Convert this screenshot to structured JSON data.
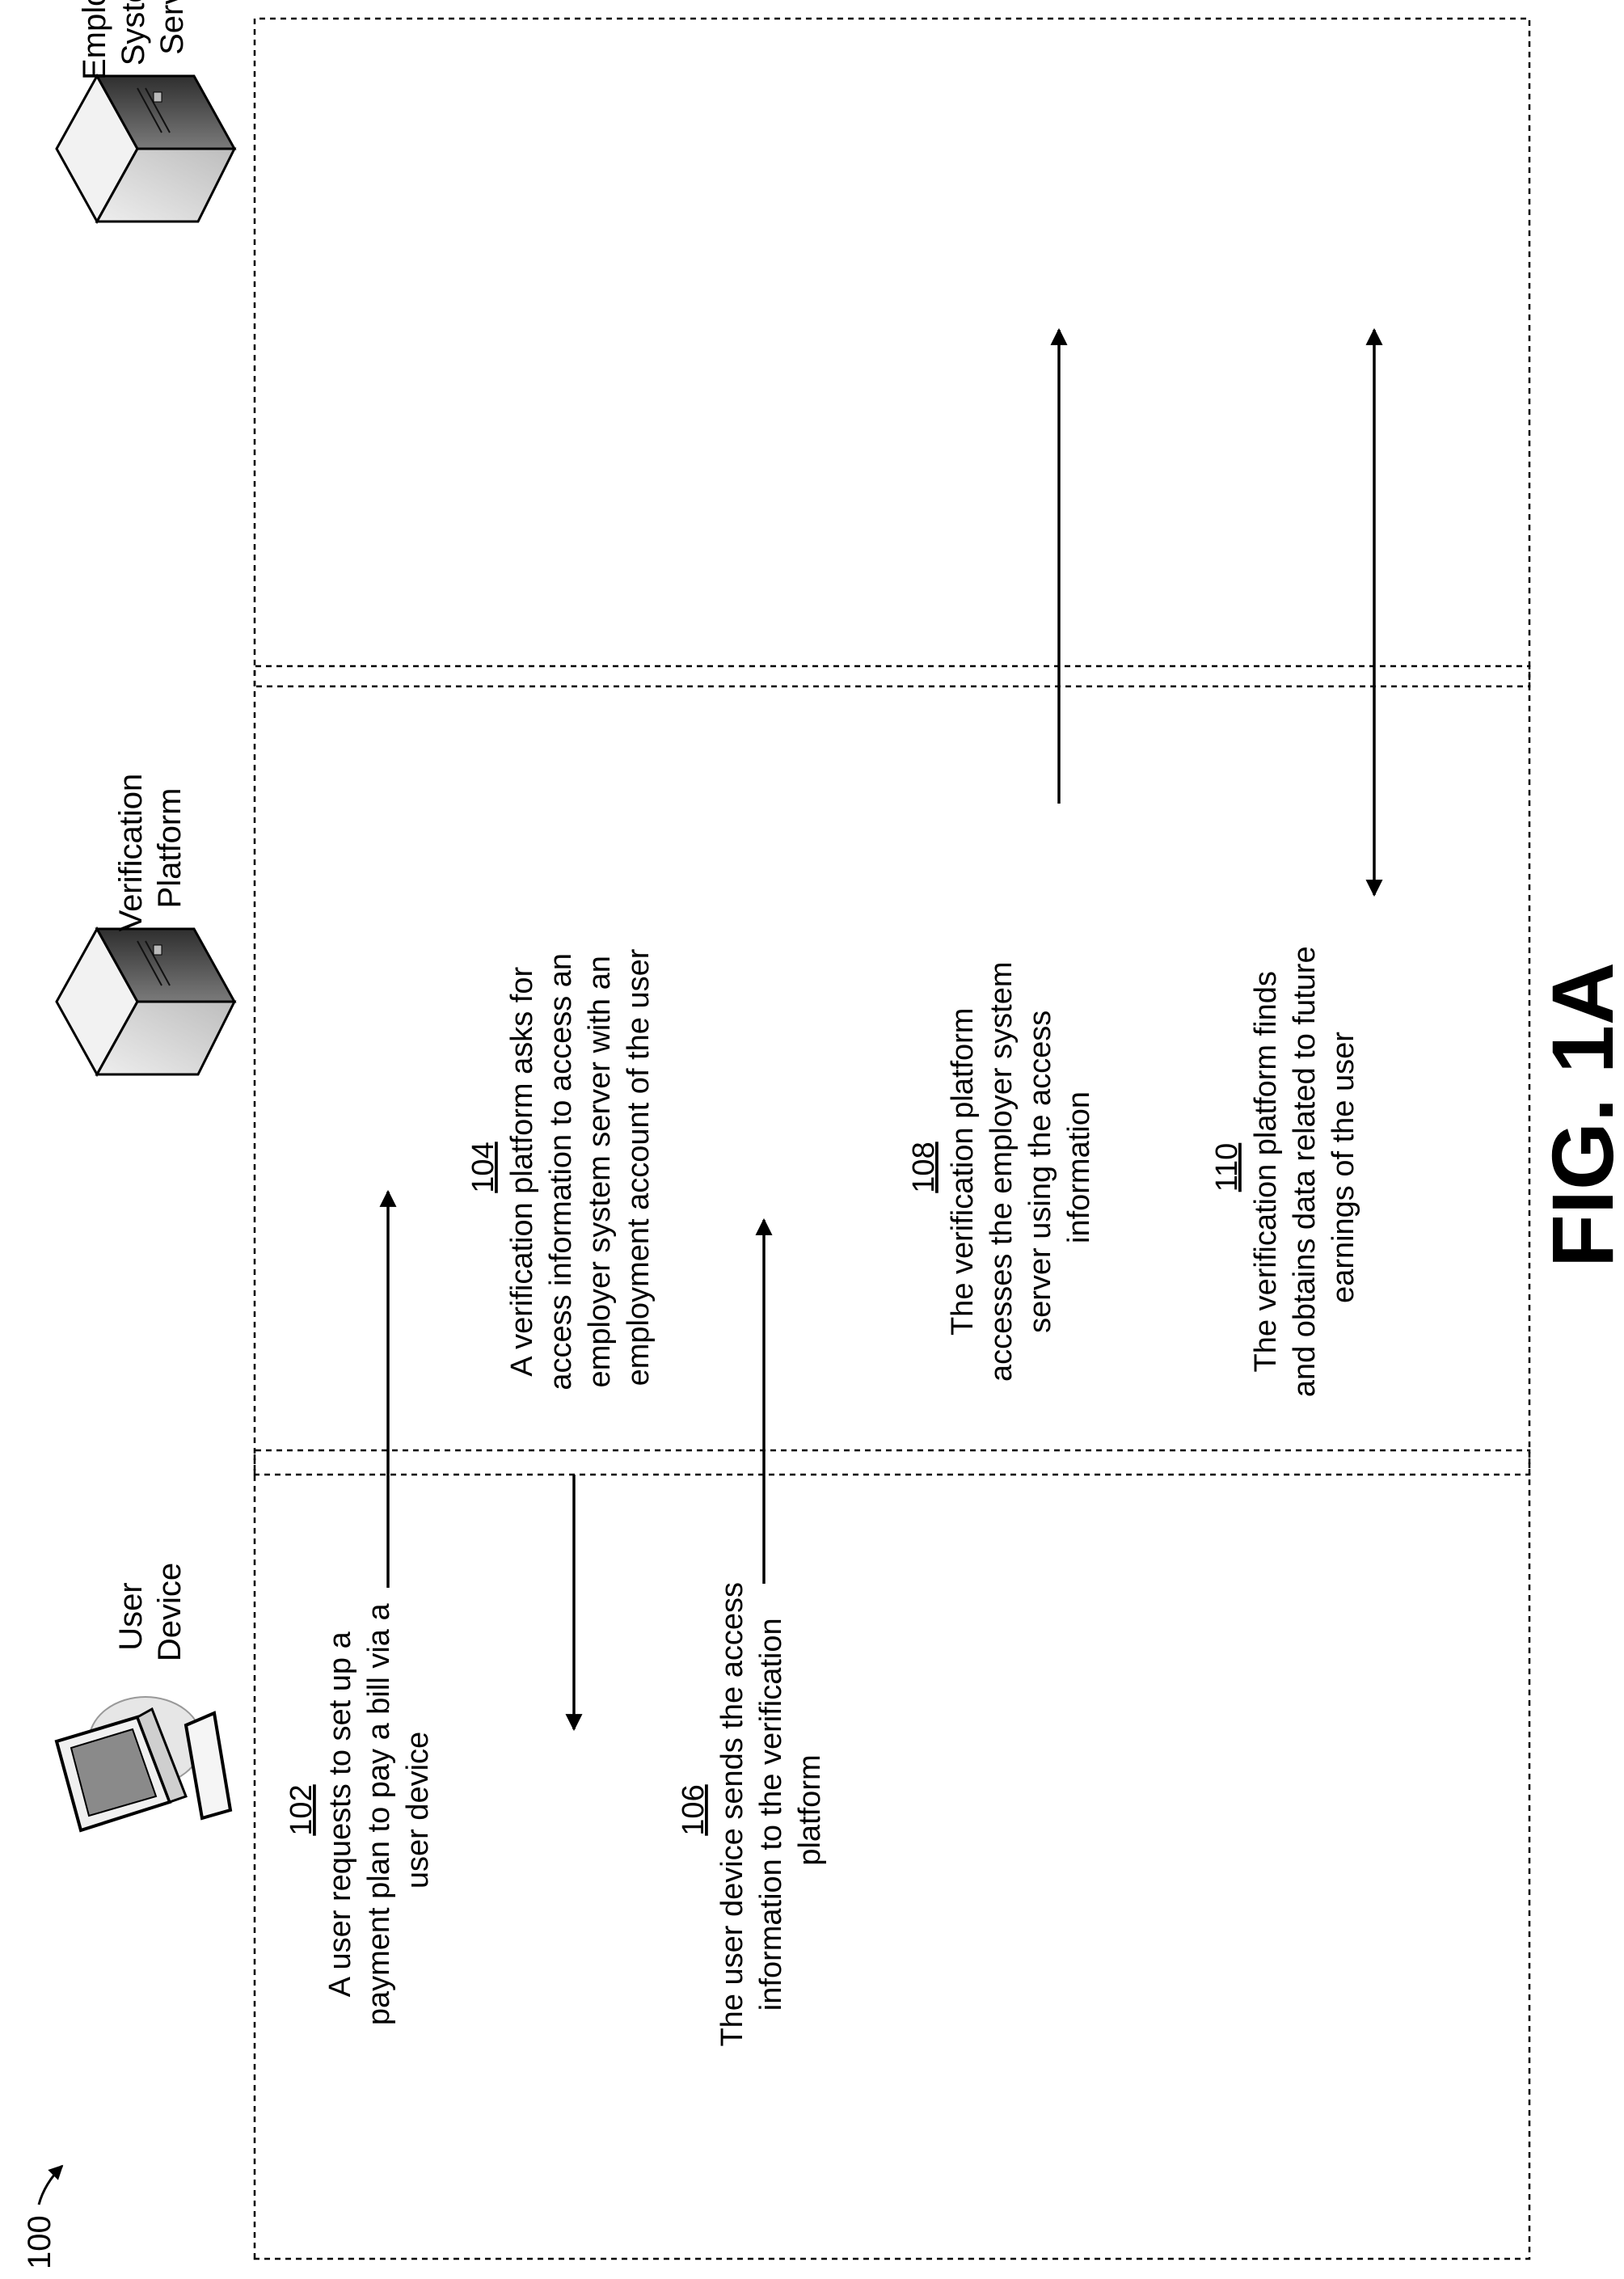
{
  "figure": {
    "ref_number": "100",
    "caption": "FIG. 1A",
    "colors": {
      "ink": "#000000",
      "server_light": "#d9d9d9",
      "server_dark": "#4a4a4a",
      "screen": "#8a8a8a"
    }
  },
  "lanes": [
    {
      "id": "user-device",
      "icon": "computer-icon",
      "title_lines": [
        "User",
        "Device"
      ]
    },
    {
      "id": "verification-platform",
      "icon": "server-icon",
      "title_lines": [
        "Verification",
        "Platform"
      ]
    },
    {
      "id": "employer-system-server",
      "icon": "server-icon",
      "title_lines": [
        "Employer",
        "System",
        "Server"
      ]
    }
  ],
  "steps": {
    "s102": {
      "number": "102",
      "lines": [
        "A user requests to set up a",
        "payment plan to pay a bill via a",
        "user device"
      ]
    },
    "s104": {
      "number": "104",
      "lines": [
        "A verification platform asks for",
        "access information to access an",
        "employer system server with an",
        "employment account of the user"
      ]
    },
    "s106": {
      "number": "106",
      "lines": [
        "The user device sends the access",
        "information to the verification",
        "platform"
      ]
    },
    "s108": {
      "number": "108",
      "lines": [
        "The verification platform",
        "accesses the employer system",
        "server using the access",
        "information"
      ]
    },
    "s110": {
      "number": "110",
      "lines": [
        "The verification platform finds",
        "and obtains data related to future",
        "earnings of the user"
      ]
    }
  }
}
